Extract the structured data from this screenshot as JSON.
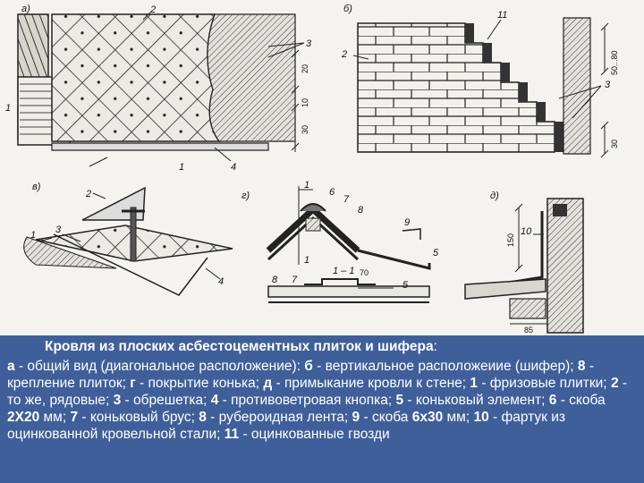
{
  "figure": {
    "panel_labels": [
      "а)",
      "б)",
      "в)",
      "г)",
      "д)"
    ],
    "callouts_a": [
      "2",
      "3",
      "1",
      "1",
      "4"
    ],
    "dims_a": [
      "20",
      "10",
      "30"
    ],
    "callouts_b": [
      "11",
      "2",
      "3"
    ],
    "dims_b": [
      "50...80",
      "30"
    ],
    "callouts_v": [
      "2",
      "3",
      "1",
      "4"
    ],
    "callouts_g": [
      "6",
      "7",
      "8",
      "9",
      "5",
      "8",
      "7",
      "5"
    ],
    "section_g": [
      "1",
      "1",
      "1 – 1"
    ],
    "dims_g": [
      "70"
    ],
    "callouts_d": [
      "10"
    ],
    "dims_d": [
      "150",
      "85"
    ]
  },
  "caption": {
    "title": "Кровля из плоских асбестоцементных плиток и шифера",
    "title_colon": ":",
    "segments": [
      {
        "t": "а",
        "b": true
      },
      {
        "t": " - общий вид (диагональное расположение): ",
        "b": false
      },
      {
        "t": "б",
        "b": true
      },
      {
        "t": " - вертикальное расположеиие (шифер); ",
        "b": false
      },
      {
        "t": "8",
        "b": true
      },
      {
        "t": " - крепление плиток; ",
        "b": false
      },
      {
        "t": "г",
        "b": true
      },
      {
        "t": " - покрытие конька; ",
        "b": false
      },
      {
        "t": "д",
        "b": true
      },
      {
        "t": " - примыкание кровли к стене; ",
        "b": false
      },
      {
        "t": "1",
        "b": true
      },
      {
        "t": " - фризовые плитки; ",
        "b": false
      },
      {
        "t": "2",
        "b": true
      },
      {
        "t": " - то же, рядовые; ",
        "b": false
      },
      {
        "t": "3",
        "b": true
      },
      {
        "t": " - обрешетка; ",
        "b": false
      },
      {
        "t": "4",
        "b": true
      },
      {
        "t": " - противоветровая кнопка; ",
        "b": false
      },
      {
        "t": "5",
        "b": true
      },
      {
        "t": " - коньковый элемент; ",
        "b": false
      },
      {
        "t": "6",
        "b": true
      },
      {
        "t": " - скоба ",
        "b": false
      },
      {
        "t": "2Х20",
        "b": true
      },
      {
        "t": " мм; ",
        "b": false
      },
      {
        "t": "7",
        "b": true
      },
      {
        "t": " - коньковый брус; ",
        "b": false
      },
      {
        "t": "8",
        "b": true
      },
      {
        "t": " - рубероидная лента; ",
        "b": false
      },
      {
        "t": "9",
        "b": true
      },
      {
        "t": " - скоба ",
        "b": false
      },
      {
        "t": "6х30",
        "b": true
      },
      {
        "t": " мм; ",
        "b": false
      },
      {
        "t": "10",
        "b": true
      },
      {
        "t": " - фартук из оцинкованной кровельной стали; ",
        "b": false
      },
      {
        "t": "11",
        "b": true
      },
      {
        "t": " - оцинкованные гвозди",
        "b": false
      }
    ]
  }
}
